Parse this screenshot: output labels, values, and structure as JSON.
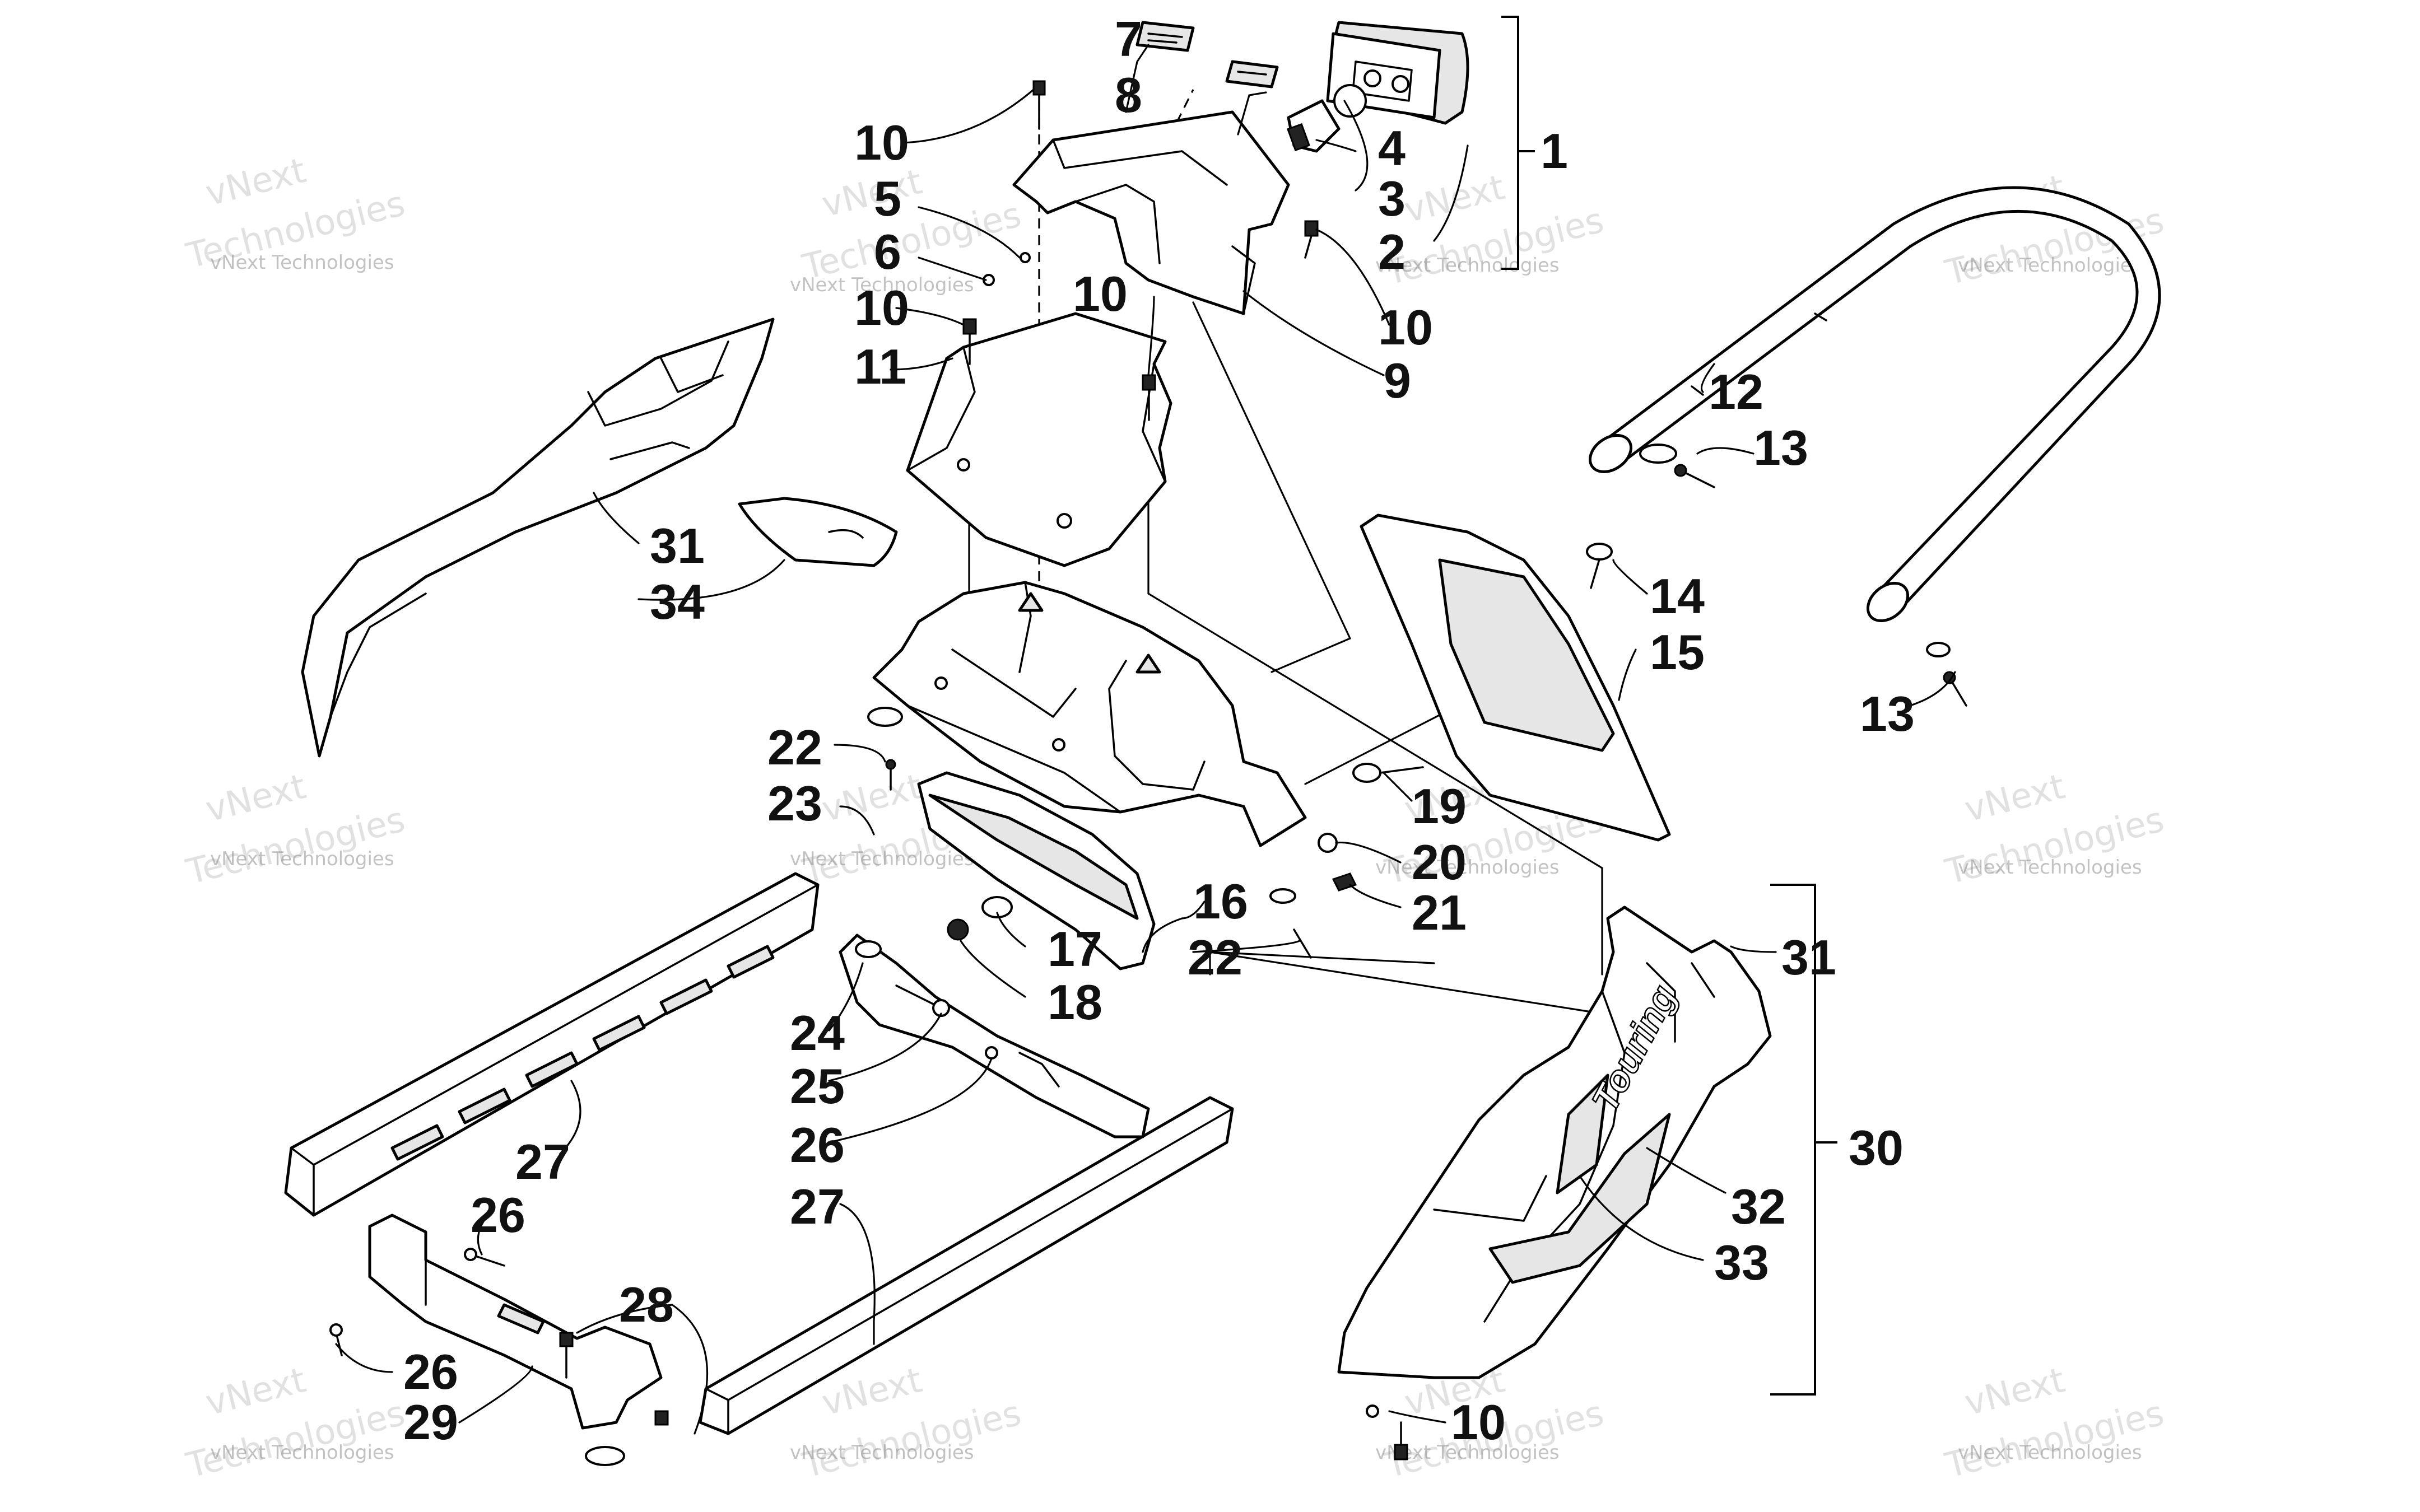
{
  "diagram": {
    "callouts": {
      "c1": "1",
      "c2": "2",
      "c3": "3",
      "c4": "4",
      "c5": "5",
      "c6": "6",
      "c7": "7",
      "c8": "8",
      "c9": "9",
      "c10a": "10",
      "c10b": "10",
      "c10c": "10",
      "c10d": "10",
      "c10e": "10",
      "c11": "11",
      "c12": "12",
      "c13a": "13",
      "c13b": "13",
      "c14": "14",
      "c15": "15",
      "c16": "16",
      "c17": "17",
      "c18": "18",
      "c19": "19",
      "c20": "20",
      "c21": "21",
      "c22a": "22",
      "c22b": "22",
      "c23": "23",
      "c24": "24",
      "c25": "25",
      "c26a": "26",
      "c26b": "26",
      "c26c": "26",
      "c27a": "27",
      "c27b": "27",
      "c28": "28",
      "c29": "29",
      "c30": "30",
      "c31a": "31",
      "c31b": "31",
      "c32": "32",
      "c33": "33",
      "c34": "34"
    },
    "decal_brand": "Touring",
    "watermark": {
      "line1": "vNext Technologies",
      "line2a": "vNext",
      "line2b": "Technologies"
    }
  }
}
